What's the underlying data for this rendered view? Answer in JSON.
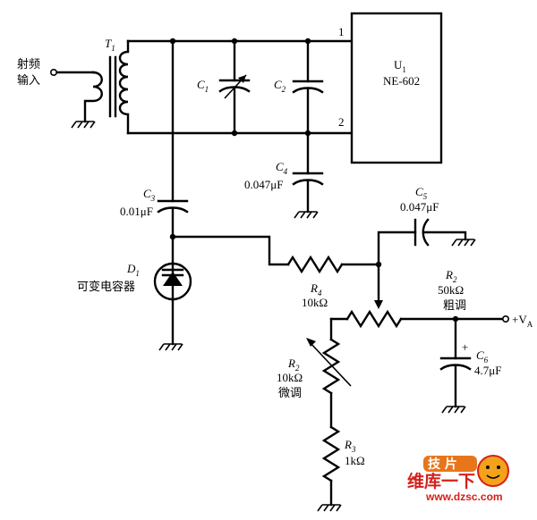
{
  "rf_input": {
    "line1": "射频",
    "line2": "输入"
  },
  "t1": {
    "ref": "T",
    "sub": "1"
  },
  "u1": {
    "ref": "U",
    "sub": "1",
    "part": "NE-602",
    "pin1": "1",
    "pin2": "2"
  },
  "c1": {
    "ref": "C",
    "sub": "1"
  },
  "c2": {
    "ref": "C",
    "sub": "2"
  },
  "c3": {
    "ref": "C",
    "sub": "3",
    "value": "0.01μF"
  },
  "c4": {
    "ref": "C",
    "sub": "4",
    "value": "0.047μF"
  },
  "c5": {
    "ref": "C",
    "sub": "5",
    "value": "0.047μF"
  },
  "c6": {
    "ref": "C",
    "sub": "6",
    "value": "4.7μF",
    "polarity": "+"
  },
  "d1": {
    "ref": "D",
    "sub": "1",
    "desc": "可变电容器"
  },
  "r4": {
    "ref": "R",
    "sub": "4",
    "value": "10kΩ"
  },
  "r2_coarse": {
    "ref": "R",
    "sub": "2",
    "value": "50kΩ",
    "desc": "粗调"
  },
  "r2_fine": {
    "ref": "R",
    "sub": "2",
    "value": "10kΩ",
    "desc": "微调"
  },
  "r3": {
    "ref": "R",
    "sub": "3",
    "value": "1kΩ"
  },
  "supply": {
    "prefix": "+V",
    "sub": "A"
  },
  "watermark": {
    "brand": "维库一下",
    "url": "www.dzsc.com",
    "logo_text": "技 片"
  },
  "colors": {
    "wire": "#000000",
    "watermark": "#d4201a"
  }
}
